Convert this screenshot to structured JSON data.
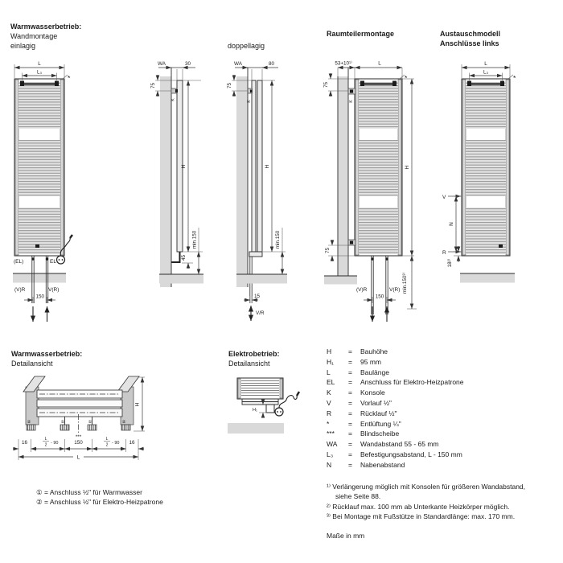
{
  "headings": {
    "sec1_title": "Warmwasserbetrieb:",
    "sec1_sub1": "Wandmontage",
    "sec1_sub2": "einlagig",
    "doppellagig": "doppellagig",
    "raumteiler": "Raumteilermontage",
    "austausch_line1": "Austauschmodell",
    "austausch_line2": "Anschlüsse links",
    "detail_warm_title": "Warmwasserbetrieb:",
    "detail_warm_sub": "Detailansicht",
    "detail_elektro_title": "Elektrobetrieb:",
    "detail_elektro_sub": "Detailansicht"
  },
  "d1": {
    "L": "L",
    "L3": "L₃",
    "star": "*",
    "el_paren": "(EL)",
    "el": "EL",
    "vr_left": "(V)R",
    "vr_right": "V(R)",
    "dist": "150"
  },
  "d2": {
    "wa": "WA",
    "depth": "30",
    "top_offset": "75",
    "k": "K",
    "h": "H",
    "bottom_offset": "45",
    "min_floor": "min.150"
  },
  "d3": {
    "wa": "WA",
    "depth": "80",
    "top_offset": "75",
    "k": "K",
    "h": "H",
    "min_floor": "min.150",
    "pipe_offset": "15",
    "vr": "V/R"
  },
  "d4": {
    "wall_dist": "53+10¹⁾",
    "L": "L",
    "top_offset": "75",
    "k": "K",
    "star": "*",
    "h": "H",
    "bottom_offset": "75",
    "vr_left": "(V)R",
    "vr_right": "V(R)",
    "dist": "150",
    "min_floor": "min.150³⁾"
  },
  "d5": {
    "L": "L",
    "L3": "L₃",
    "star": "*",
    "v": "V",
    "n": "N",
    "r": "R",
    "r_offset": "18²⁾"
  },
  "detailA": {
    "c_outer": "②",
    "c_inner": "①",
    "blind": "***",
    "d16": "16",
    "frac_num": "L",
    "frac_den": "2",
    "frac_rest": "- 90",
    "dist": "150",
    "L": "L",
    "h": "H"
  },
  "detailB": {
    "h1": "H₁"
  },
  "legend": {
    "eq": "=",
    "rows": [
      {
        "sym": "H",
        "val": "Bauhöhe"
      },
      {
        "sym": "H₁",
        "val": "95 mm"
      },
      {
        "sym": "L",
        "val": "Baulänge"
      },
      {
        "sym": "EL",
        "val": "Anschluss für Elektro-Heizpatrone"
      },
      {
        "sym": "K",
        "val": "Konsole"
      },
      {
        "sym": "V",
        "val": "Vorlauf ½\""
      },
      {
        "sym": "R",
        "val": "Rücklauf ½\""
      },
      {
        "sym": "*",
        "val": "Entlüftung ¼\""
      },
      {
        "sym": "***",
        "val": "Blindscheibe"
      },
      {
        "sym": "WA",
        "val": "Wandabstand 55 - 65 mm"
      },
      {
        "sym": "L₃",
        "val": "Befestigungsabstand, L - 150 mm"
      },
      {
        "sym": "N",
        "val": "Nabenabstand"
      }
    ]
  },
  "footnotes_right": [
    {
      "marker": "¹⁾",
      "text": "Verlängerung möglich mit Konsolen für größeren Wandabstand, siehe Seite 88."
    },
    {
      "marker": "²⁾",
      "text": "Rücklauf max. 100 mm ab Unterkante Heizkörper möglich."
    },
    {
      "marker": "³⁾",
      "text": "Bei Montage mit Fußstütze in Standardlänge: max. 170 mm."
    }
  ],
  "footnotes_left": [
    "① = Anschluss ½\" für Warmwasser",
    "② = Anschluss ½\" für Elektro-Heizpatrone"
  ],
  "units_note": "Maße in mm"
}
